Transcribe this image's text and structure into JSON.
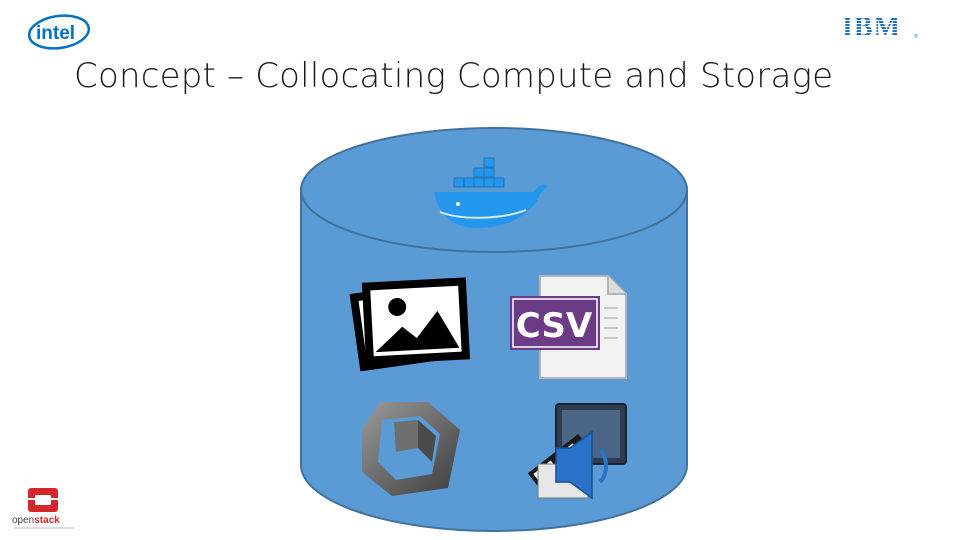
{
  "slide": {
    "title": "Concept – Collocating Compute and Storage"
  },
  "logos": {
    "intel": "intel",
    "ibm": "IBM",
    "openstack_prefix": "open",
    "openstack_suffix": "stack"
  },
  "icons": {
    "docker": "docker-whale-icon",
    "images": "image-stack-icon",
    "csv": "csv-file-icon",
    "csv_label": "CSV",
    "object": "3d-object-icon",
    "media": "media-file-icon"
  },
  "colors": {
    "cylinder_fill": "#5b9bd5",
    "cylinder_stroke": "#41719c",
    "intel_blue": "#0071c5",
    "ibm_blue": "#1f70c1",
    "openstack_red": "#d6262b",
    "docker_blue": "#2496ed",
    "csv_purple": "#6b3b86"
  }
}
